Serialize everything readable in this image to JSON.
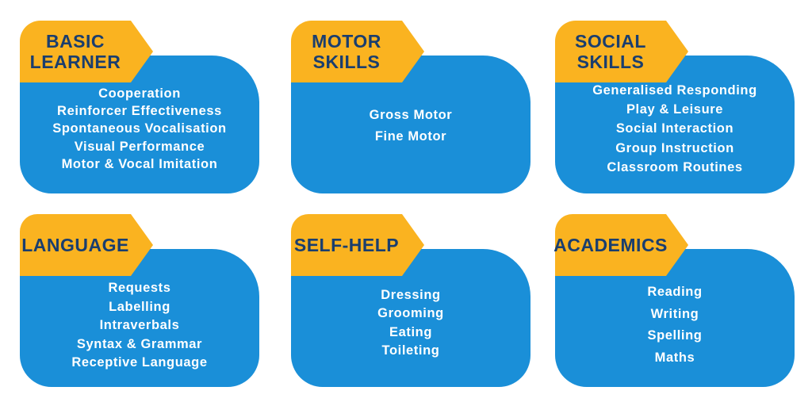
{
  "cards": [
    {
      "title": "BASIC\nLEARNER",
      "items": [
        "Cooperation",
        "Reinforcer Effectiveness",
        "Spontaneous Vocalisation",
        "Visual Performance",
        "Motor & Vocal Imitation"
      ]
    },
    {
      "title": "MOTOR\nSKILLS",
      "items": [
        "Gross Motor",
        "Fine Motor"
      ]
    },
    {
      "title": "SOCIAL\nSKILLS",
      "items": [
        "Generalised Responding",
        "Play & Leisure",
        "Social Interaction",
        "Group Instruction",
        "Classroom Routines"
      ]
    },
    {
      "title": "LANGUAGE",
      "items": [
        "Requests",
        "Labelling",
        "Intraverbals",
        "Syntax & Grammar",
        "Receptive Language"
      ]
    },
    {
      "title": "SELF-HELP",
      "items": [
        "Dressing",
        "Grooming",
        "Eating",
        "Toileting"
      ]
    },
    {
      "title": "ACADEMICS",
      "items": [
        "Reading",
        "Writing",
        "Spelling",
        "Maths"
      ]
    }
  ],
  "colors": {
    "tab": "#fab320",
    "body": "#1a8fd8",
    "title_text": "#1a3e6e",
    "item_text": "#ffffff"
  }
}
